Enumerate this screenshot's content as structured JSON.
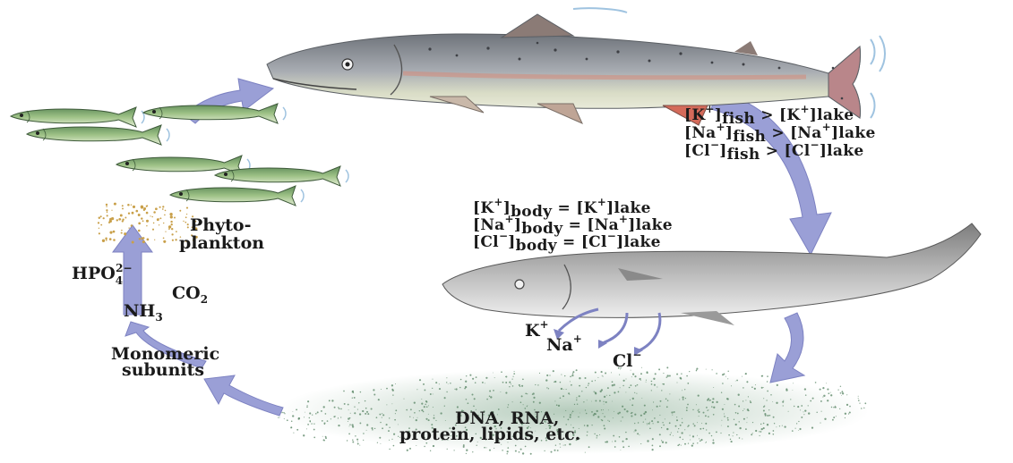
{
  "cycle_labels": {
    "phytoplankton_line1": "Phyto-",
    "phytoplankton_line2": "plankton",
    "nutrients": {
      "phosphate": "HPO",
      "phosphate_sub": "4",
      "phosphate_sup": "2−",
      "co2": "CO",
      "co2_sub": "2",
      "nh3": "NH",
      "nh3_sub": "3"
    },
    "monomeric_line1": "Monomeric",
    "monomeric_line2": "subunits",
    "detritus_line1": "DNA, RNA,",
    "detritus_line2": "protein, lipids, etc."
  },
  "live_fish_relations": [
    {
      "ion": "K",
      "charge": "+",
      "sub_left": "fish",
      "op": ">",
      "sub_right": "lake"
    },
    {
      "ion": "Na",
      "charge": "+",
      "sub_left": "fish",
      "op": ">",
      "sub_right": "lake"
    },
    {
      "ion": "Cl",
      "charge": "−",
      "sub_left": "fish",
      "op": ">",
      "sub_right": "lake"
    }
  ],
  "dead_fish_relations": [
    {
      "ion": "K",
      "charge": "+",
      "sub_left": "body",
      "op": "=",
      "sub_right": "lake"
    },
    {
      "ion": "Na",
      "charge": "+",
      "sub_left": "body",
      "op": "=",
      "sub_right": "lake"
    },
    {
      "ion": "Cl",
      "charge": "−",
      "sub_left": "body",
      "op": "=",
      "sub_right": "lake"
    }
  ],
  "released_ions": {
    "k": "K",
    "k_charge": "+",
    "na": "Na",
    "na_charge": "+",
    "cl": "Cl",
    "cl_charge": "−"
  },
  "colors": {
    "cycle_arrow": "#9a9fd6",
    "cycle_arrow_edge": "#7d82c2",
    "trout_back": "#8c9096",
    "trout_belly": "#eef0d8",
    "trout_fin": "#d46a5a",
    "small_fish": "#8fb07a",
    "dead_fish": "#9c9c9c",
    "detritus": "#5f8a6a",
    "phytoplankton": "#c9a04a"
  }
}
